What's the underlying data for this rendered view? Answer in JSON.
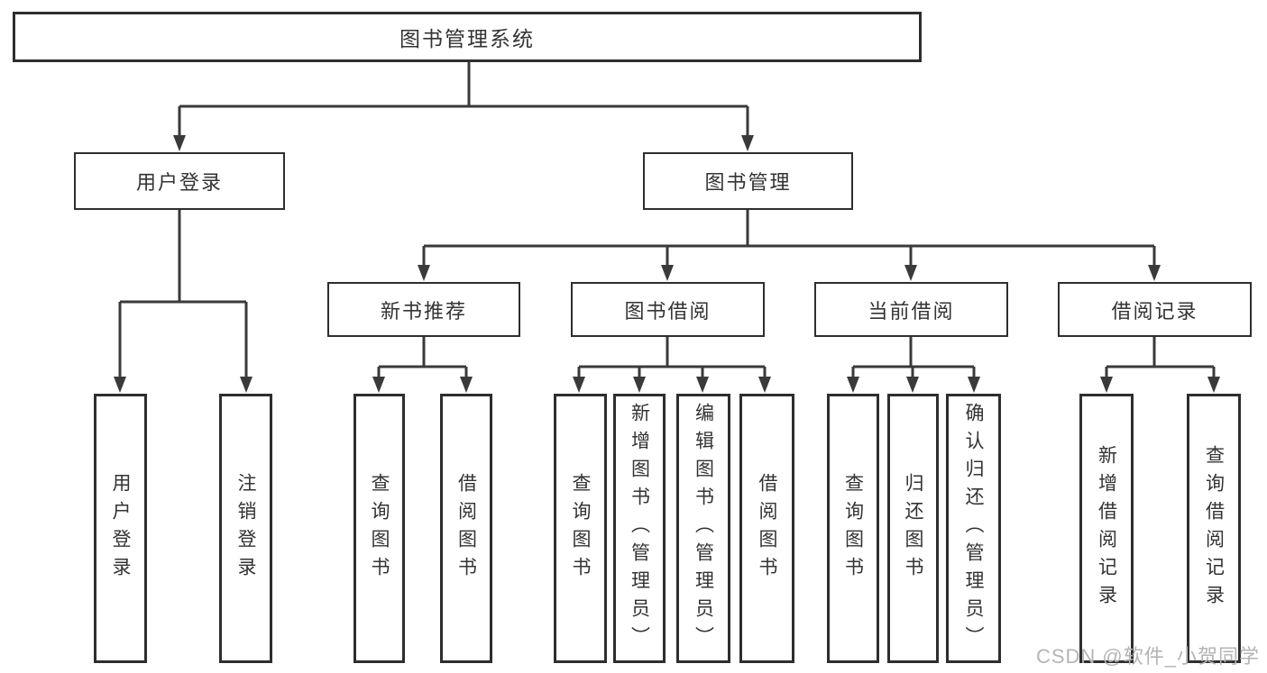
{
  "diagram": {
    "type": "hierarchy-tree",
    "title": "图书管理系统",
    "hierarchy": {
      "图书管理系统": {
        "用户登录": [
          "用户登录",
          "注销登录"
        ],
        "图书管理": {
          "新书推荐": [
            "查询图书",
            "借阅图书"
          ],
          "图书借阅": [
            "查询图书",
            "新增图书（管理员）",
            "编辑图书（管理员）",
            "借阅图书"
          ],
          "当前借阅": [
            "查询图书",
            "归还图书",
            "确认归还（管理员）"
          ],
          "借阅记录": [
            "新增借阅记录",
            "查询借阅记录"
          ]
        }
      }
    }
  },
  "nodes": {
    "root": "图书管理系统",
    "user_login": "用户登录",
    "book_mgmt": "图书管理",
    "new_book_rec": "新书推荐",
    "book_borrow": "图书借阅",
    "current_borrow": "当前借阅",
    "borrow_record": "借阅记录",
    "leaf_user_login": "用户登录",
    "leaf_logout": "注销登录",
    "leaf_query_book_1": "查询图书",
    "leaf_borrow_book_1": "借阅图书",
    "leaf_query_book_2": "查询图书",
    "leaf_add_book": "新增图书（管理员）",
    "leaf_edit_book": "编辑图书（管理员）",
    "leaf_borrow_book_2": "借阅图书",
    "leaf_query_book_3": "查询图书",
    "leaf_return_book": "归还图书",
    "leaf_confirm_return": "确认归还（管理员）",
    "leaf_add_borrow_record": "新增借阅记录",
    "leaf_query_borrow_record": "查询借阅记录"
  },
  "watermark": "CSDN @软件_小贺同学",
  "colors": {
    "background": "#ffffff",
    "line": "#3a3a3a",
    "box_border": "#2e2e2e",
    "text": "#333333",
    "watermark": "#b4b4b4"
  }
}
